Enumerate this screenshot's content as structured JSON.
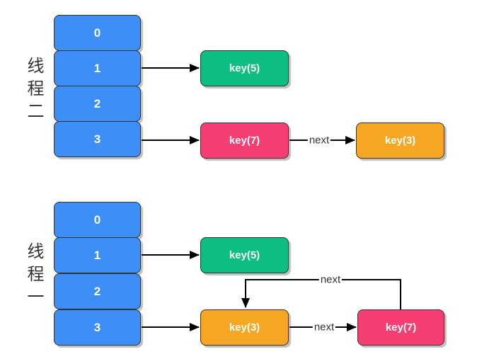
{
  "canvas": {
    "background": "#ffffff"
  },
  "colors": {
    "bucket_fill": "#3e8ef7",
    "key5_fill": "#0ebd80",
    "key7_fill": "#f73e72",
    "key3_fill": "#f5a623",
    "node_border": "#333333",
    "arrow": "#000000",
    "edge_label_text": "#333333",
    "thread_label_text": "#333333"
  },
  "threads": [
    {
      "name": "线程二",
      "buckets": [
        "0",
        "1",
        "2",
        "3"
      ],
      "nodes": [
        {
          "id": "key5",
          "label": "key(5)"
        },
        {
          "id": "key7",
          "label": "key(7)"
        },
        {
          "id": "key3",
          "label": "key(3)"
        }
      ],
      "edge_labels": {
        "key7_to_key3": "next"
      }
    },
    {
      "name": "线程一",
      "buckets": [
        "0",
        "1",
        "2",
        "3"
      ],
      "nodes": [
        {
          "id": "key5",
          "label": "key(5)"
        },
        {
          "id": "key3",
          "label": "key(3)"
        },
        {
          "id": "key7",
          "label": "key(7)"
        }
      ],
      "edge_labels": {
        "key3_to_key7": "next",
        "key7_to_key3": "next"
      }
    }
  ]
}
